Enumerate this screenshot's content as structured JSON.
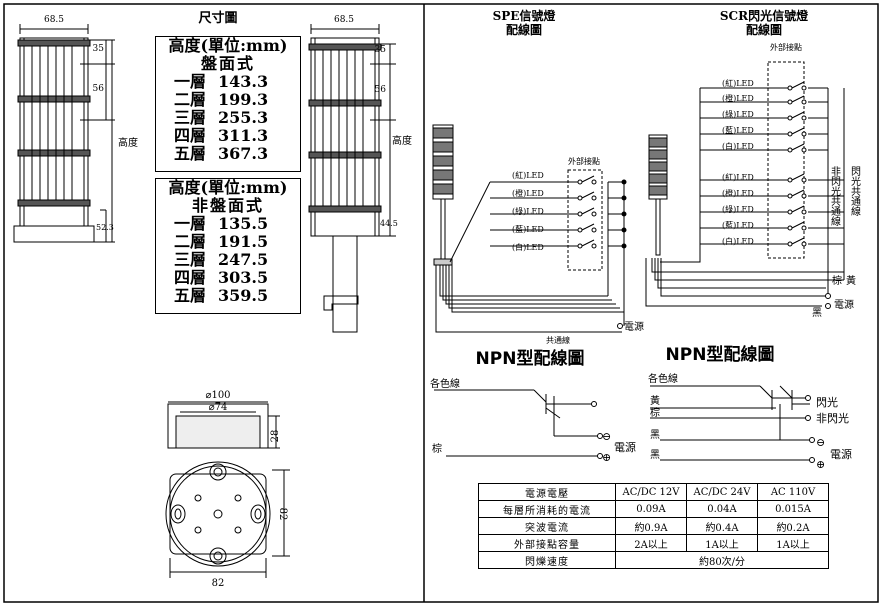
{
  "left": {
    "title": "尺寸圖",
    "dims": {
      "width_top": "68.5",
      "width_top2": "68.5",
      "d35a": "35",
      "d56a": "56",
      "d35b": "35",
      "d56b": "56",
      "height_a": "高度",
      "height_b": "高度",
      "d523": "52.3",
      "d445": "44.5",
      "dia100": "⌀100",
      "dia74": "⌀74",
      "h28": "28",
      "w82": "82",
      "h82": "82"
    },
    "box_panel": {
      "header": "高度(單位:mm)",
      "subtitle": "盤面式",
      "rows": [
        {
          "layer": "一層",
          "value": "143.3"
        },
        {
          "layer": "二層",
          "value": "199.3"
        },
        {
          "layer": "三層",
          "value": "255.3"
        },
        {
          "layer": "四層",
          "value": "311.3"
        },
        {
          "layer": "五層",
          "value": "367.3"
        }
      ]
    },
    "box_non_panel": {
      "header": "高度(單位:mm)",
      "subtitle": "非盤面式",
      "rows": [
        {
          "layer": "一層",
          "value": "135.5"
        },
        {
          "layer": "二層",
          "value": "191.5"
        },
        {
          "layer": "三層",
          "value": "247.5"
        },
        {
          "layer": "四層",
          "value": "303.5"
        },
        {
          "layer": "五層",
          "value": "359.5"
        }
      ]
    }
  },
  "spe": {
    "title1": "SPE信號燈",
    "title2": "配線圖",
    "ext": "外部接點",
    "leds": [
      "(紅)LED",
      "(橙)LED",
      "(綠)LED",
      "(藍)LED",
      "(白)LED"
    ],
    "power": "電源",
    "common": "共通線"
  },
  "scr": {
    "title1": "SCR閃光信號燈",
    "title2": "配線圖",
    "ext": "外部接點",
    "leds_top": [
      "(紅)LED",
      "(橙)LED",
      "(綠)LED",
      "(藍)LED",
      "(白)LED"
    ],
    "leds_bottom": [
      "(紅)LED",
      "(橙)LED",
      "(綠)LED",
      "(藍)LED",
      "(白)LED"
    ],
    "non_flash_v": "非閃光共通線",
    "flash_v": "閃光共通線",
    "brown": "棕",
    "yellow": "黃",
    "power": "電源",
    "black": "黑"
  },
  "npn1": {
    "title": "NPN型配線圖",
    "each": "各色線",
    "brown": "棕",
    "power": "電源",
    "minus": "⊖",
    "plus": "⊕"
  },
  "npn2": {
    "title": "NPN型配線圖",
    "each": "各色線",
    "yellow": "黃",
    "brown": "棕",
    "black1": "黑",
    "black2": "黑",
    "flash": "閃光",
    "non_flash": "非閃光",
    "power": "電源",
    "minus": "⊖",
    "plus": "⊕"
  },
  "spec": {
    "header": [
      "電源電壓",
      "AC/DC 12V",
      "AC/DC 24V",
      "AC 110V"
    ],
    "rows": [
      [
        "每層所消耗的電流",
        "0.09A",
        "0.04A",
        "0.015A"
      ],
      [
        "突波電流",
        "約0.9A",
        "約0.4A",
        "約0.2A"
      ],
      [
        "外部接點容量",
        "2A以上",
        "1A以上",
        "1A以上"
      ]
    ],
    "flash_label": "閃爍速度",
    "flash_value": "約80次/分"
  }
}
